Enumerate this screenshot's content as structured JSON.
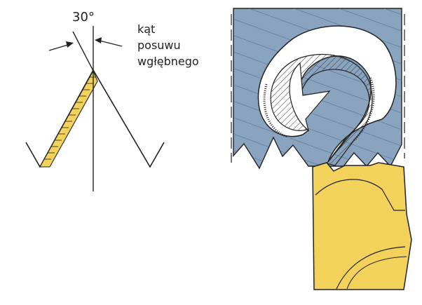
{
  "labels": {
    "angle": "30°",
    "infeed_line1": "kąt",
    "infeed_line2": "posuwu",
    "infeed_line3": "wgłębnego"
  },
  "colors": {
    "insert_yellow": "#f2d25b",
    "thread_blue": "#8aa4c0",
    "outline": "#222222"
  }
}
